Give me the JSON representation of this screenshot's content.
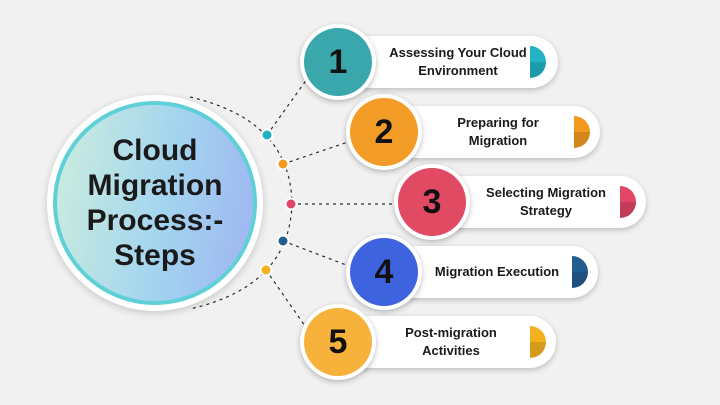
{
  "center": {
    "title_lines": [
      "Cloud",
      "Migration",
      "Process:-",
      "Steps"
    ]
  },
  "steps": [
    {
      "number": "1",
      "label_lines": [
        "Assessing Your Cloud",
        "Environment"
      ],
      "color": "#3aa7ad",
      "cap_color": "#23b3c4"
    },
    {
      "number": "2",
      "label_lines": [
        "Preparing for",
        "Migration"
      ],
      "color": "#f39c27",
      "cap_color": "#f39a1e"
    },
    {
      "number": "3",
      "label_lines": [
        "Selecting Migration",
        "Strategy"
      ],
      "color": "#e04a63",
      "cap_color": "#e14666"
    },
    {
      "number": "4",
      "label_lines": [
        "Migration Execution"
      ],
      "color": "#3f63df",
      "cap_color": "#235e91"
    },
    {
      "number": "5",
      "label_lines": [
        "Post-migration",
        "Activities"
      ],
      "color": "#f7b23b",
      "cap_color": "#f5b020"
    }
  ],
  "connector_dot_colors": [
    "#1fb1bd",
    "#f39a1e",
    "#e14666",
    "#235e91",
    "#f5b020"
  ]
}
